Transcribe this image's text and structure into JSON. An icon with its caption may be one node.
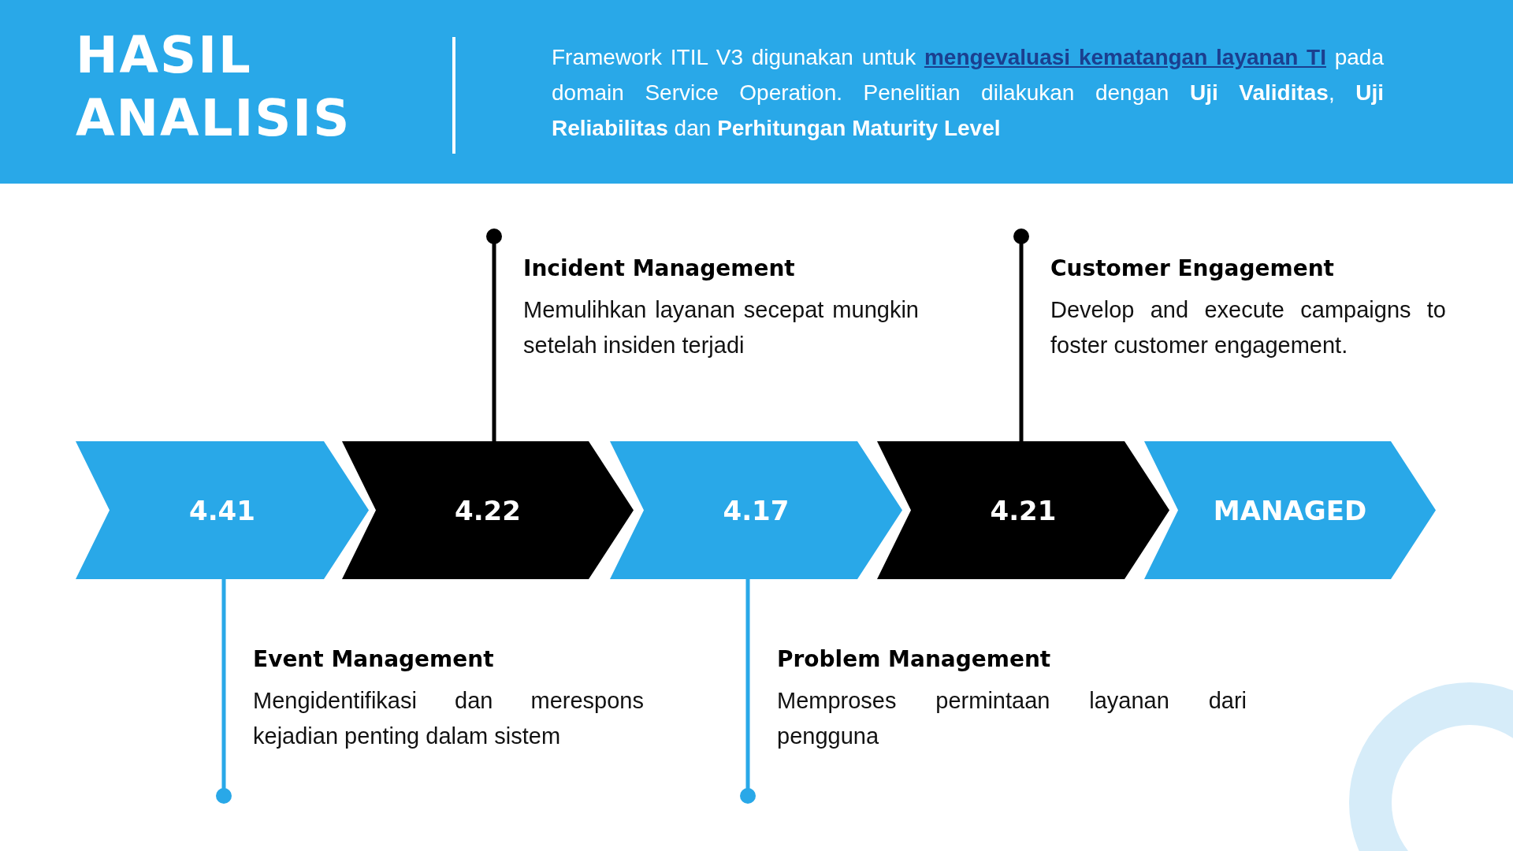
{
  "diagram": {
    "title": "HASIL ANALISIS",
    "nodes": [
      {
        "text": [
          "Incident Management",
          "Memulihkan layanan secepat mungkin setelah insiden terjadi"
        ]
      },
      {
        "text": [
          "Customer Engagement",
          "Develop and execute campaigns to foster customer engagement."
        ]
      },
      {
        "text": [
          "4.41"
        ]
      },
      {
        "text": [
          "4.22"
        ]
      },
      {
        "text": [
          "4.17"
        ]
      },
      {
        "text": [
          "4.21"
        ]
      },
      {
        "text": [
          "MANAGED"
        ]
      },
      {
        "text": [
          "Event Management",
          "Mengidentifikasi dan merespons kejadian penting dalam sistem"
        ]
      },
      {
        "text": [
          "Problem Management",
          "Memproses permintaan layanan dari pengguna"
        ]
      }
    ],
    "edges": [
      {
        "from": 3,
        "to": 0,
        "arrow": "other",
        "color": "#000000"
      },
      {
        "from": 5,
        "to": 1,
        "arrow": "other",
        "color": "#000000"
      },
      {
        "from": 2,
        "to": 7,
        "arrow": "other",
        "color": "#29a8e8"
      },
      {
        "from": 4,
        "to": 8,
        "arrow": "other",
        "color": "#29a8e8"
      }
    ],
    "labels": [
      "Framework ITIL V3 digunakan untuk **mengevaluasi kematangan layanan TI** pada domain Service Operation. Penelitian dilakukan dengan **Uji Validitas**, **Uji Reliabilitas** dan **Perhitungan Maturity Level**"
    ]
  }
}
